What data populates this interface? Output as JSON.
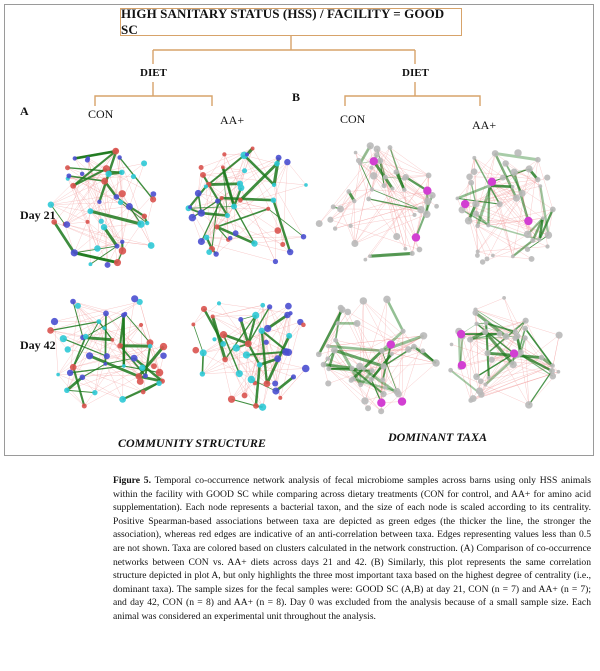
{
  "figure": {
    "header": "HIGH SANITARY STATUS (HSS) / FACILITY = GOOD SC",
    "panel_a": {
      "letter": "A",
      "diet_label": "DIET",
      "group_con": "CON",
      "group_aa": "AA+",
      "footer": "COMMUNITY STRUCTURE"
    },
    "panel_b": {
      "letter": "B",
      "diet_label": "DIET",
      "group_con": "CON",
      "group_aa": "AA+",
      "footer": "DOMINANT TAXA"
    },
    "row_labels": [
      "Day 21",
      "Day 42"
    ],
    "colors": {
      "positive_edge": "#1e7a1e",
      "negative_edge": "#f2a0a0",
      "community_blue": "#4a4fd0",
      "community_cyan": "#2ec9d6",
      "community_red": "#d9534f",
      "dominant_magenta": "#d23fd2",
      "node_grey": "#b9b9b9",
      "title_border": "#d7a36a"
    }
  },
  "caption": {
    "figure_label": "Figure 5.",
    "text": "Temporal co-occurrence network analysis of fecal microbiome samples across barns using only HSS animals within the facility with GOOD SC while comparing across dietary treatments (CON for control, and AA+ for amino acid supplementation). Each node represents a bacterial taxon, and the size of each node is scaled according to its centrality. Positive Spearman-based associations between taxa are depicted as green edges (the thicker the line, the stronger the association), whereas red edges are indicative of an anti-correlation between taxa. Edges representing values less than 0.5 are not shown. Taxa are colored based on clusters calculated in the network construction. (A) Comparison of co-occurrence networks between CON vs. AA+ diets across days 21 and 42. (B) Similarly, this plot represents the same correlation structure depicted in plot A, but only highlights the three most important taxa based on the highest degree of centrality (i.e., dominant taxa). The sample sizes for the fecal samples were: GOOD SC (A,B) at day 21, CON (n = 7) and AA+ (n = 7); and day 42, CON (n = 8) and AA+ (n = 8). Day 0 was excluded from the analysis because of a small sample size. Each animal was considered an experimental unit throughout the analysis."
  }
}
